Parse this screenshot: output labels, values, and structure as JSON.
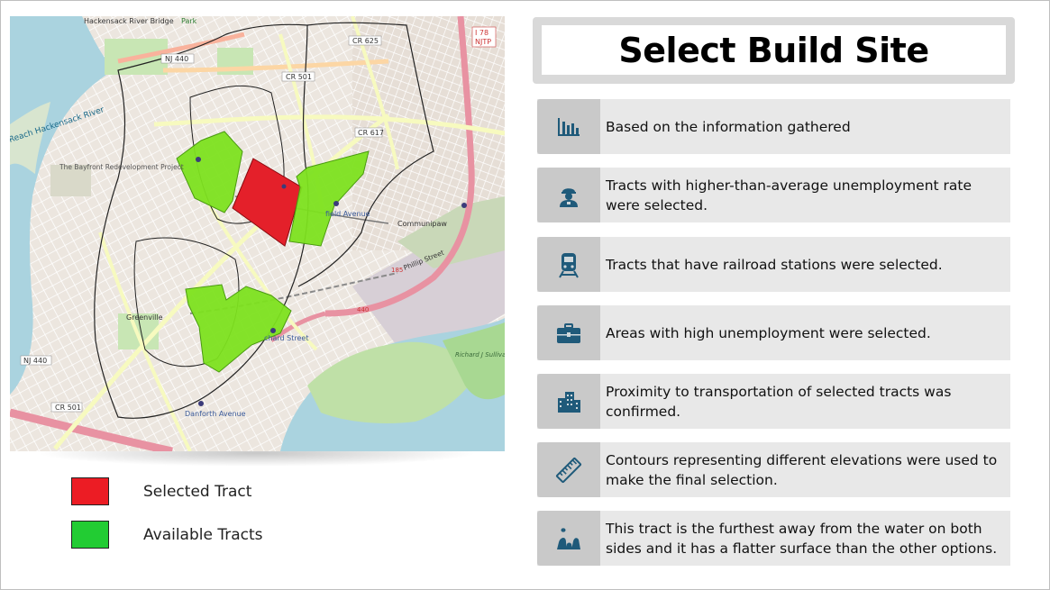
{
  "title": "Select Build Site",
  "legend": [
    {
      "label": "Selected Tract",
      "color": "#ec1c24"
    },
    {
      "label": "Available Tracts",
      "color": "#22cc33"
    }
  ],
  "map_labels": {
    "hackensack_bridge": "Hackensack River Bridge",
    "park": "Park",
    "nj440_top": "NJ 440",
    "cr625": "CR 625",
    "i78": "I 78",
    "njtp": "NJTP",
    "cr501_top": "CR 501",
    "reach": "Reach Hackensack River",
    "bayfront": "The Bayfront Redevelopment Project",
    "cr617": "CR 617",
    "field_avenue": "field Avenue",
    "communipaw": "Communipaw",
    "phillip": "Phillip Street",
    "greenville": "Greenville",
    "nj440_bottom": "NJ 440",
    "cr501_bottom": "CR 501",
    "richard_street": "chard Street",
    "danforth": "Danforth Avenue",
    "richard_sullivan": "Richard J Sullivan Natural Area",
    "route185": "185",
    "route440": "440"
  },
  "steps": [
    {
      "icon": "bar-chart-icon",
      "text": "Based on the information gathered"
    },
    {
      "icon": "worker-icon",
      "text": "Tracts with higher-than-average unemployment rate were selected."
    },
    {
      "icon": "train-icon",
      "text": "Tracts that have railroad stations were selected."
    },
    {
      "icon": "briefcase-icon",
      "text": "Areas with high unemployment were selected."
    },
    {
      "icon": "buildings-icon",
      "text": "Proximity to transportation of selected tracts was confirmed."
    },
    {
      "icon": "ruler-icon",
      "text": "Contours representing different elevations were used to make the final selection."
    },
    {
      "icon": "landscape-icon",
      "text": "This tract is the furthest away from the water on both sides and it has a flatter surface than the other options."
    }
  ],
  "colors": {
    "icon": "#1f5a7a",
    "selected": "#ec1c24",
    "available": "#22cc33",
    "available_map": "#7de21f",
    "selected_map": "#e4202a"
  }
}
